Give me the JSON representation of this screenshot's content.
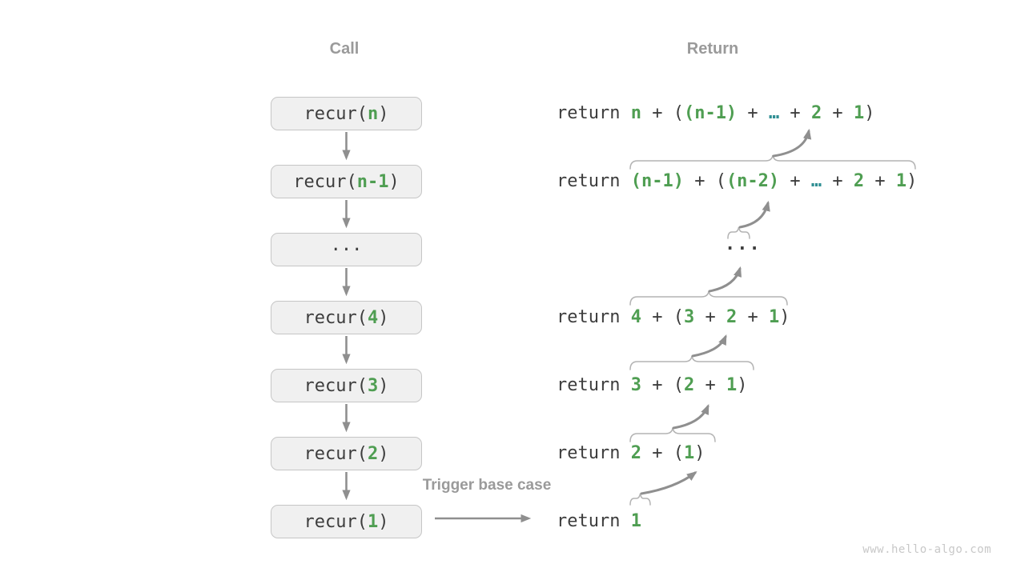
{
  "headers": {
    "call": "Call",
    "return": "Return"
  },
  "trigger_label": "Trigger base case",
  "watermark": "www.hello-algo.com",
  "colors": {
    "accent_green": "#4f9e52",
    "accent_teal": "#2f8f93",
    "code_dark": "#3d3d3d",
    "label_gray": "#9a9a9a",
    "arrow_gray": "#8f8f8f",
    "brace_gray": "#b3b3b3",
    "box_fill": "#f0f0f0",
    "box_border": "#c6c6c6"
  },
  "rows": [
    {
      "call_segments": [
        {
          "text": "recur(",
          "style": "dark"
        },
        {
          "text": "n",
          "style": "green"
        },
        {
          "text": ")",
          "style": "dark"
        }
      ],
      "return_segments": [
        {
          "text": "return ",
          "style": "dark"
        },
        {
          "text": "n",
          "style": "green"
        },
        {
          "text": " + (",
          "style": "dark"
        },
        {
          "text": "(n-1)",
          "style": "green"
        },
        {
          "text": " + ",
          "style": "dark"
        },
        {
          "text": "…",
          "style": "teal"
        },
        {
          "text": " + ",
          "style": "dark"
        },
        {
          "text": "2",
          "style": "green"
        },
        {
          "text": " + ",
          "style": "dark"
        },
        {
          "text": "1",
          "style": "green"
        },
        {
          "text": ")",
          "style": "dark"
        }
      ]
    },
    {
      "call_segments": [
        {
          "text": "recur(",
          "style": "dark"
        },
        {
          "text": "n-1",
          "style": "green"
        },
        {
          "text": ")",
          "style": "dark"
        }
      ],
      "return_segments": [
        {
          "text": "return ",
          "style": "dark"
        },
        {
          "text": "(n-1)",
          "style": "green"
        },
        {
          "text": " + (",
          "style": "dark"
        },
        {
          "text": "(n-2)",
          "style": "green"
        },
        {
          "text": " + ",
          "style": "dark"
        },
        {
          "text": "…",
          "style": "teal"
        },
        {
          "text": " + ",
          "style": "dark"
        },
        {
          "text": "2",
          "style": "green"
        },
        {
          "text": " + ",
          "style": "dark"
        },
        {
          "text": "1",
          "style": "green"
        },
        {
          "text": ")",
          "style": "dark"
        }
      ]
    },
    {
      "call_segments": [
        {
          "text": "···",
          "style": "dark"
        }
      ],
      "return_segments": [
        {
          "text": "···",
          "style": "dark"
        }
      ]
    },
    {
      "call_segments": [
        {
          "text": "recur(",
          "style": "dark"
        },
        {
          "text": "4",
          "style": "green"
        },
        {
          "text": ")",
          "style": "dark"
        }
      ],
      "return_segments": [
        {
          "text": "return ",
          "style": "dark"
        },
        {
          "text": "4",
          "style": "green"
        },
        {
          "text": " + (",
          "style": "dark"
        },
        {
          "text": "3",
          "style": "green"
        },
        {
          "text": " + ",
          "style": "dark"
        },
        {
          "text": "2",
          "style": "green"
        },
        {
          "text": " + ",
          "style": "dark"
        },
        {
          "text": "1",
          "style": "green"
        },
        {
          "text": ")",
          "style": "dark"
        }
      ]
    },
    {
      "call_segments": [
        {
          "text": "recur(",
          "style": "dark"
        },
        {
          "text": "3",
          "style": "green"
        },
        {
          "text": ")",
          "style": "dark"
        }
      ],
      "return_segments": [
        {
          "text": "return ",
          "style": "dark"
        },
        {
          "text": "3",
          "style": "green"
        },
        {
          "text": " + (",
          "style": "dark"
        },
        {
          "text": "2",
          "style": "green"
        },
        {
          "text": " + ",
          "style": "dark"
        },
        {
          "text": "1",
          "style": "green"
        },
        {
          "text": ")",
          "style": "dark"
        }
      ]
    },
    {
      "call_segments": [
        {
          "text": "recur(",
          "style": "dark"
        },
        {
          "text": "2",
          "style": "green"
        },
        {
          "text": ")",
          "style": "dark"
        }
      ],
      "return_segments": [
        {
          "text": "return ",
          "style": "dark"
        },
        {
          "text": "2",
          "style": "green"
        },
        {
          "text": " + (",
          "style": "dark"
        },
        {
          "text": "1",
          "style": "green"
        },
        {
          "text": ")",
          "style": "dark"
        }
      ]
    },
    {
      "call_segments": [
        {
          "text": "recur(",
          "style": "dark"
        },
        {
          "text": "1",
          "style": "green"
        },
        {
          "text": ")",
          "style": "dark"
        }
      ],
      "return_segments": [
        {
          "text": "return ",
          "style": "dark"
        },
        {
          "text": "1",
          "style": "green"
        }
      ]
    }
  ]
}
